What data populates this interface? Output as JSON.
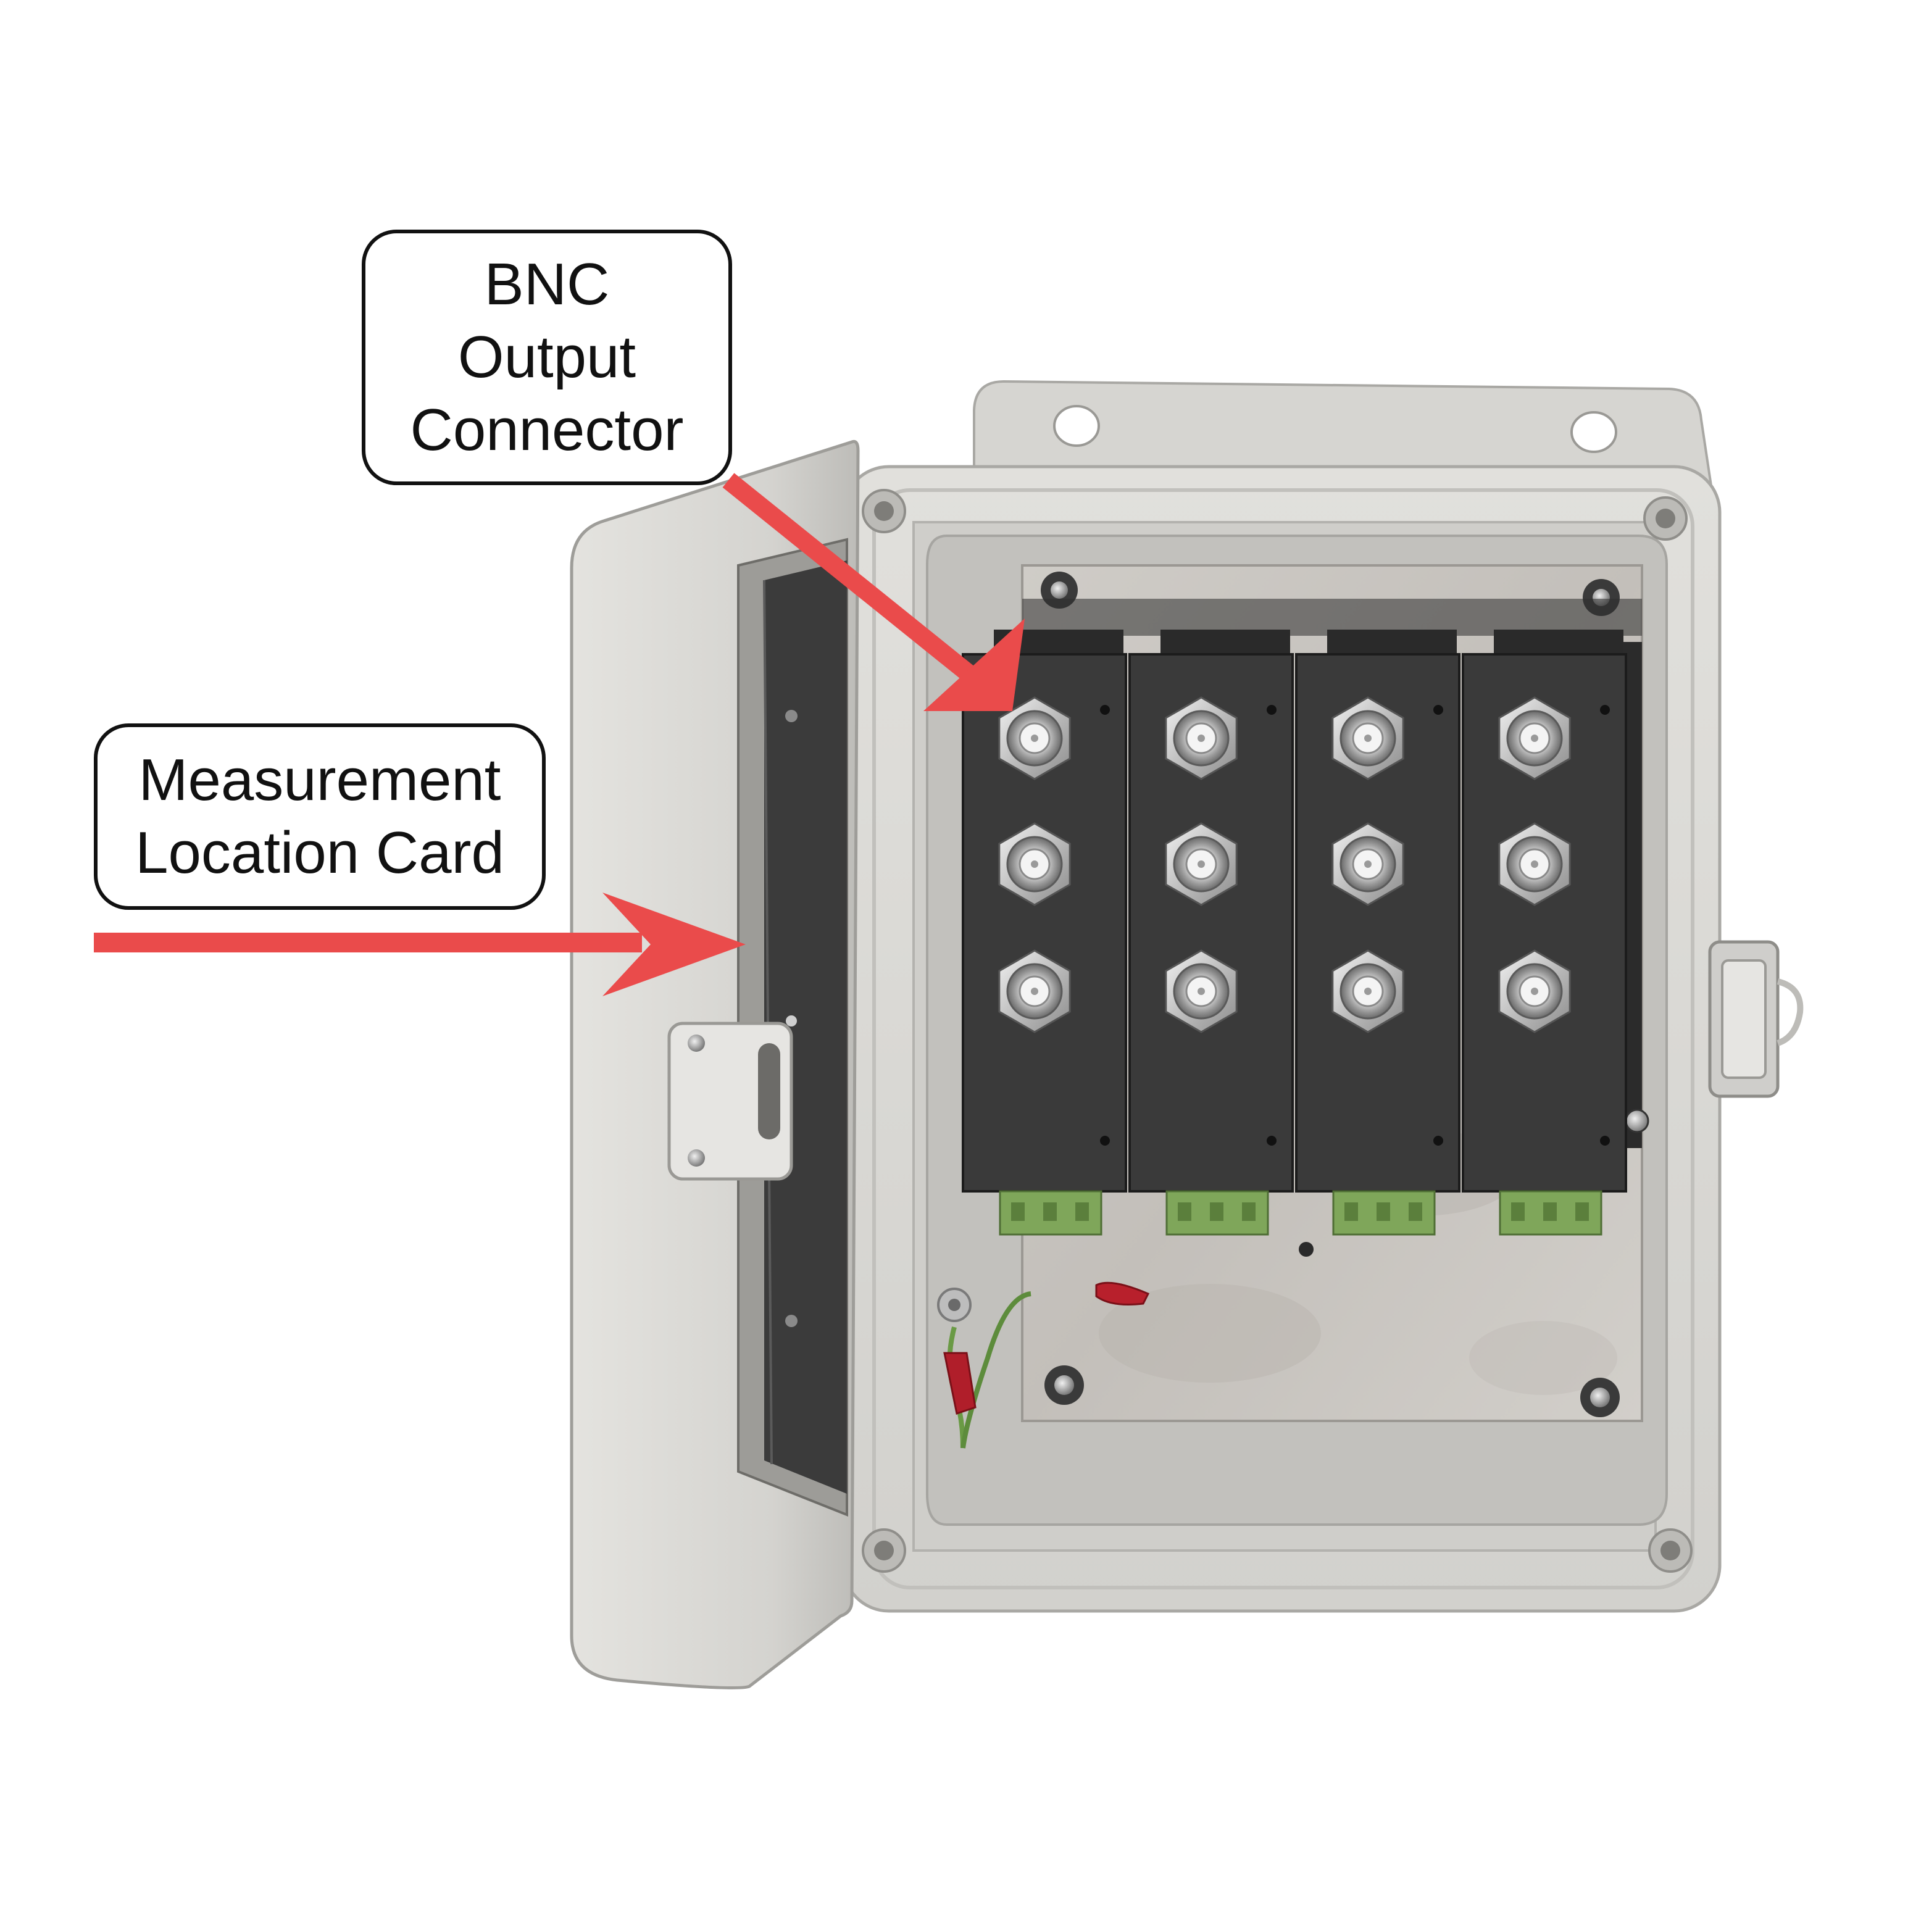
{
  "callouts": {
    "bnc": {
      "lines": [
        "BNC",
        "Output",
        "Connector"
      ]
    },
    "measurement": {
      "lines": [
        "Measurement",
        "Location Card"
      ]
    }
  },
  "colors": {
    "arrow": "#ea4b4b",
    "enclosure": "#d9d8d4",
    "enclosure_shadow": "#b9b8b4",
    "card_panel": "#3a3a3a",
    "terminal_block": "#7fa65a",
    "backplate": "#c9c6c1"
  },
  "diagram": {
    "card_count": 4,
    "connectors_per_card": 3
  }
}
